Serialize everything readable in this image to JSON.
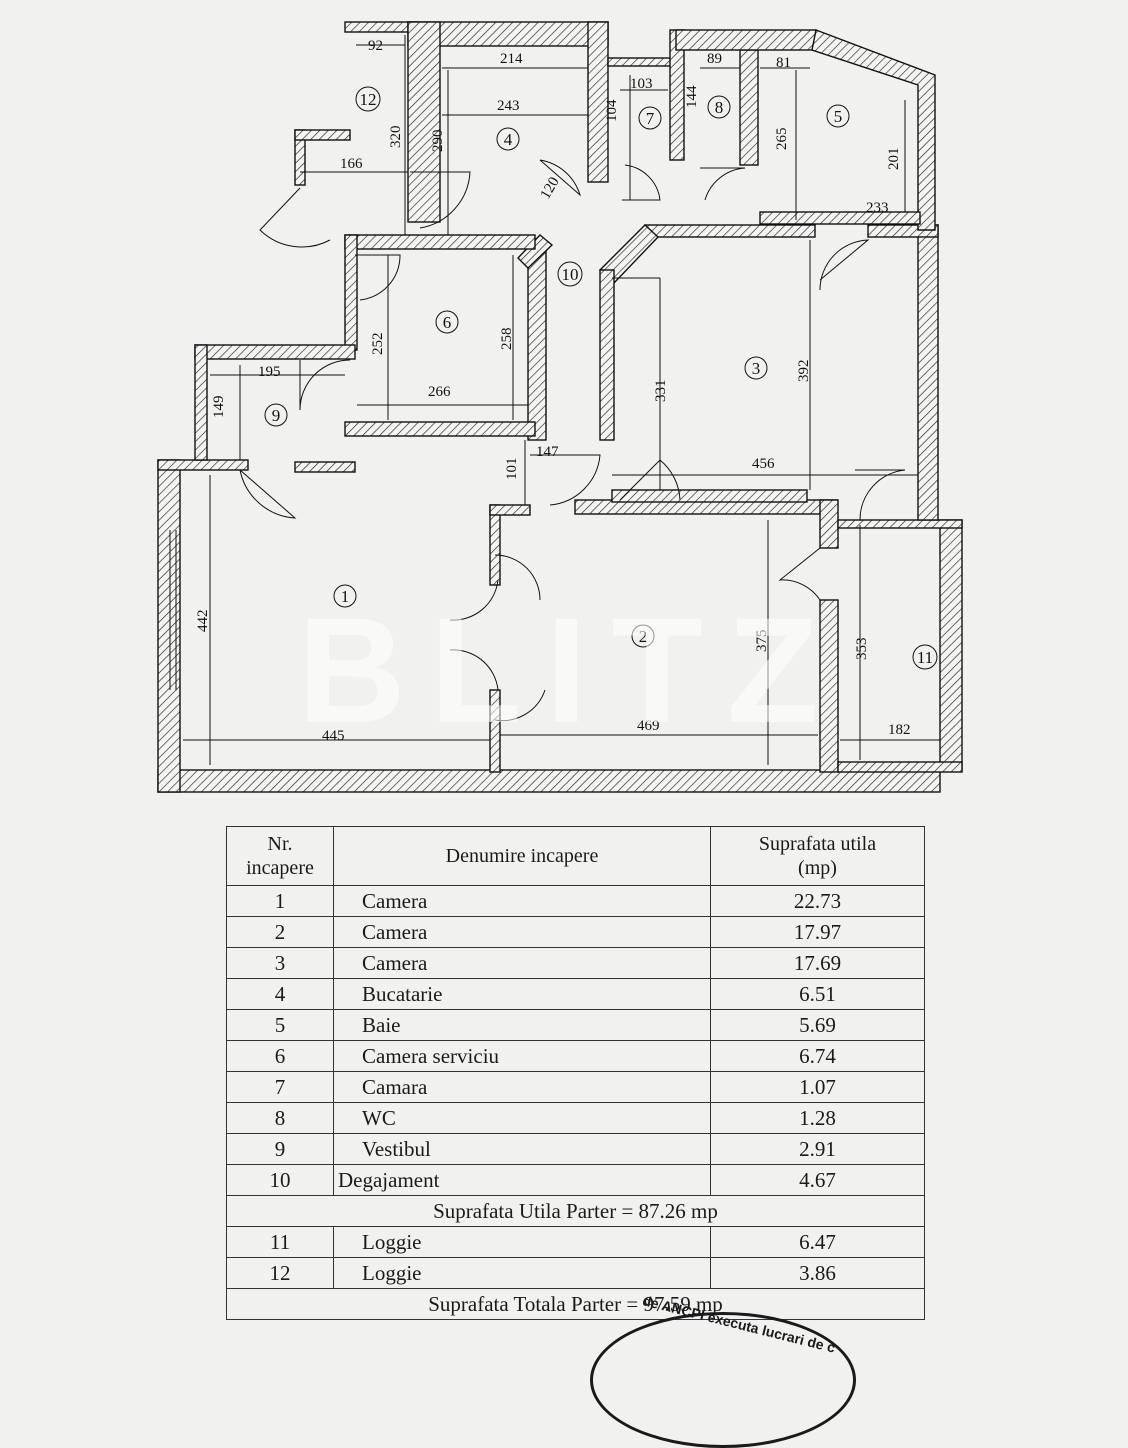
{
  "plan": {
    "dimensions": {
      "d92": "92",
      "d214": "214",
      "d243": "243",
      "d320": "320",
      "d290": "290",
      "d166": "166",
      "d120": "120",
      "d103": "103",
      "d104": "104",
      "d89": "89",
      "d144": "144",
      "d81": "81",
      "d265": "265",
      "d201": "201",
      "d233": "233",
      "d252": "252",
      "d258": "258",
      "d266": "266",
      "d195": "195",
      "d149": "149",
      "d331": "331",
      "d392": "392",
      "d147": "147",
      "d101": "101",
      "d456": "456",
      "d442": "442",
      "d445": "445",
      "d469": "469",
      "d375": "375",
      "d353": "353",
      "d182": "182"
    },
    "room_numbers": [
      "1",
      "2",
      "3",
      "4",
      "5",
      "6",
      "7",
      "8",
      "9",
      "10",
      "11",
      "12"
    ]
  },
  "watermark": "BLITZ",
  "table": {
    "headers": {
      "nr": [
        "Nr.",
        "incapere"
      ],
      "name": "Denumire incapere",
      "area": [
        "Suprafata utila",
        "(mp)"
      ]
    },
    "rows": [
      {
        "nr": "1",
        "name": "Camera",
        "area": "22.73"
      },
      {
        "nr": "2",
        "name": "Camera",
        "area": "17.97"
      },
      {
        "nr": "3",
        "name": "Camera",
        "area": "17.69"
      },
      {
        "nr": "4",
        "name": "Bucatarie",
        "area": "6.51"
      },
      {
        "nr": "5",
        "name": "Baie",
        "area": "5.69"
      },
      {
        "nr": "6",
        "name": "Camera serviciu",
        "area": "6.74"
      },
      {
        "nr": "7",
        "name": "Camara",
        "area": "1.07"
      },
      {
        "nr": "8",
        "name": "WC",
        "area": "1.28"
      },
      {
        "nr": "9",
        "name": "Vestibul",
        "area": "2.91"
      },
      {
        "nr": "10",
        "name": "Degajament",
        "area": "4.67"
      }
    ],
    "subtotal": "Suprafata Utila Parter = 87.26 mp",
    "loggia_rows": [
      {
        "nr": "11",
        "name": "Loggie",
        "area": "6.47"
      },
      {
        "nr": "12",
        "name": "Loggie",
        "area": "3.86"
      }
    ],
    "total": "Suprafata Totala Parter = 97.59 mp"
  },
  "stamp": {
    "text": "de ANCPI executa lucrari de c"
  }
}
